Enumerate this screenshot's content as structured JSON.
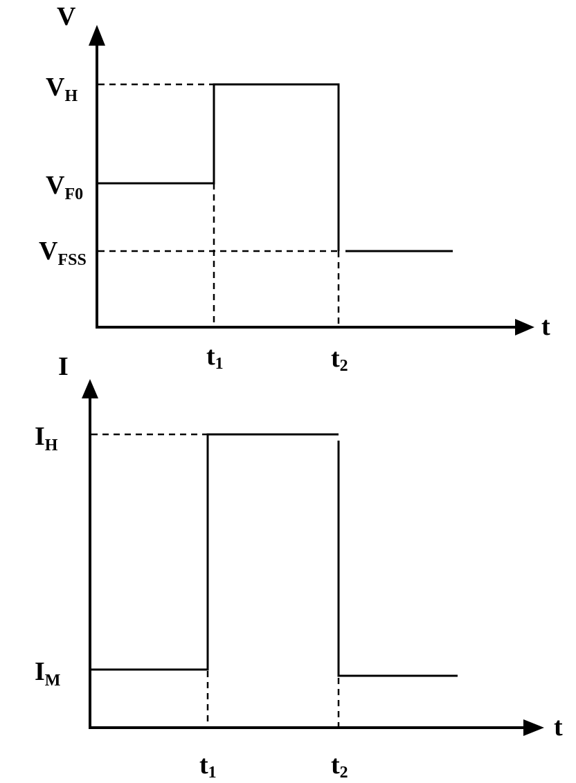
{
  "top_plot": {
    "y_axis_label": "V",
    "x_axis_label": "t",
    "levels": [
      {
        "main": "V",
        "sub": "H"
      },
      {
        "main": "V",
        "sub": "F0"
      },
      {
        "main": "V",
        "sub": "FSS"
      }
    ],
    "times": [
      {
        "main": "t",
        "sub": "1"
      },
      {
        "main": "t",
        "sub": "2"
      }
    ]
  },
  "bottom_plot": {
    "y_axis_label": "I",
    "x_axis_label": "t",
    "levels": [
      {
        "main": "I",
        "sub": "H"
      },
      {
        "main": "I",
        "sub": "M"
      }
    ],
    "times": [
      {
        "main": "t",
        "sub": "1"
      },
      {
        "main": "t",
        "sub": "2"
      }
    ]
  }
}
